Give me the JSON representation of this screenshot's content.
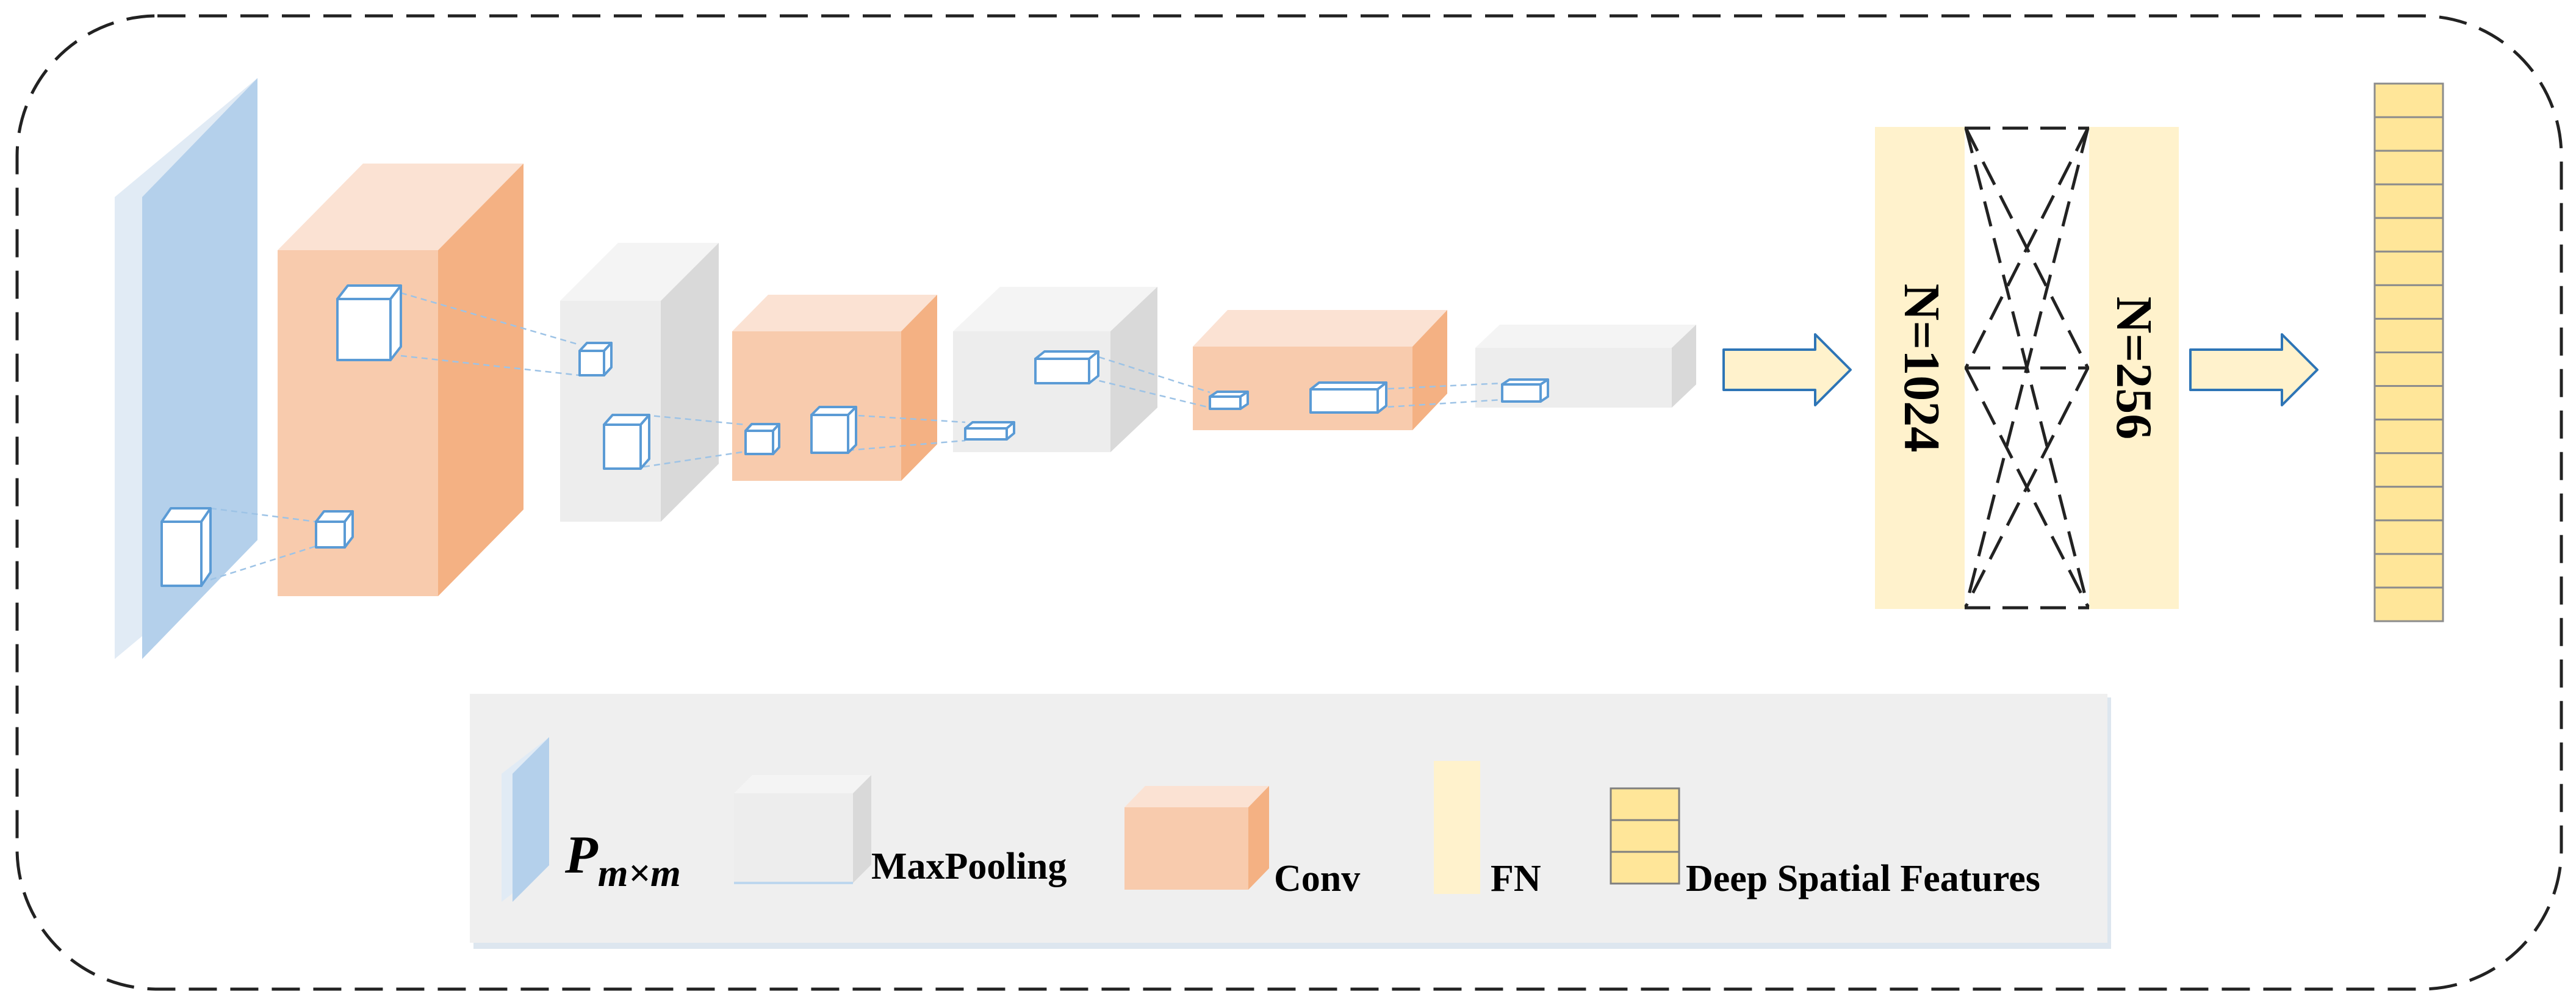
{
  "diagram": {
    "fc_layers": [
      {
        "label": "N=1024"
      },
      {
        "label": "N=256"
      }
    ],
    "output_cells": 16
  },
  "legend": {
    "items": [
      {
        "key": "input",
        "label_main": "P",
        "label_sub": "m×m"
      },
      {
        "key": "maxpool",
        "label": "MaxPooling"
      },
      {
        "key": "conv",
        "label": "Conv"
      },
      {
        "key": "fn",
        "label": "FN"
      },
      {
        "key": "features",
        "label": "Deep Spatial Features"
      }
    ]
  },
  "colors": {
    "input_front": "#b4d0eb",
    "input_side": "#e1ebf5",
    "conv_front": "#f8cbad",
    "conv_top": "#fbe2d3",
    "conv_side": "#f4b183",
    "pool_front": "#ededed",
    "pool_top": "#f4f4f4",
    "pool_side": "#d9d9d9",
    "fc": "#fff2cc",
    "feature_cell": "#ffe699",
    "feature_border": "#8c8c8c",
    "kernel_stroke": "#5b9bd5",
    "legend_bg": "#efefef"
  }
}
